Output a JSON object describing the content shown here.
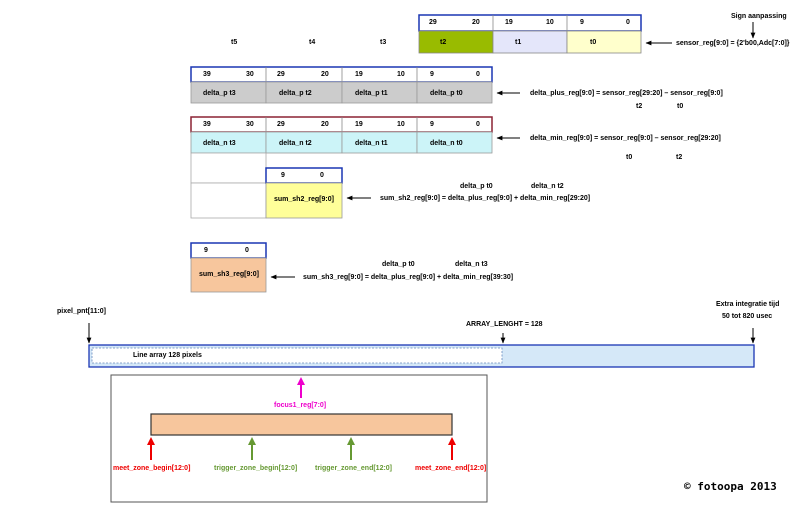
{
  "sensor_reg": {
    "hdr": [
      "29",
      "20",
      "19",
      "10",
      "9",
      "0"
    ],
    "cells": [
      "t2",
      "t1",
      "t0"
    ],
    "equation": "sensor_reg[9:0] = {2'b00,Adc[7:0]}",
    "note": "Sign aanpassing",
    "top_labels": [
      "t5",
      "t4",
      "t3"
    ]
  },
  "delta_plus": {
    "hdr": [
      "39",
      "30",
      "29",
      "20",
      "19",
      "10",
      "9",
      "0"
    ],
    "cells": [
      "delta_p t3",
      "delta_p t2",
      "delta_p t1",
      "delta_p t0"
    ],
    "equation": "delta_plus_reg[9:0] = sensor_reg[29:20]  –  sensor_reg[9:0]",
    "sub_a": "t2",
    "sub_b": "t0"
  },
  "delta_min": {
    "hdr": [
      "39",
      "30",
      "29",
      "20",
      "19",
      "10",
      "9",
      "0"
    ],
    "cells": [
      "delta_n t3",
      "delta_n t2",
      "delta_n t1",
      "delta_n t0"
    ],
    "equation": "delta_min_reg[9:0] = sensor_reg[9:0]  –  sensor_reg[29:20]",
    "sub_a": "t0",
    "sub_b": "t2"
  },
  "sum_sh2": {
    "hdr": [
      "9",
      "0"
    ],
    "name": "sum_sh2_reg[9:0]",
    "equation": "sum_sh2_reg[9:0] = delta_plus_reg[9:0]  + delta_min_reg[29:20]",
    "above_a": "delta_p t0",
    "above_b": "delta_n t2"
  },
  "sum_sh3": {
    "hdr": [
      "9",
      "0"
    ],
    "name": "sum_sh3_reg[9:0]",
    "equation": "sum_sh3_reg[9:0] = delta_plus_reg[9:0]  + delta_min_reg[39:30]",
    "above_a": "delta_p t0",
    "above_b": "delta_n t3"
  },
  "line": {
    "pixel_pnt": "pixel_pnt[11:0]",
    "array_length": "ARRAY_LENGHT = 128",
    "extra_a": "Extra integratie tijd",
    "extra_b": "50 tot  820 usec",
    "line_array": "Line array 128 pixels"
  },
  "zone": {
    "focus": "focus1_reg[7:0]",
    "meet_begin": "meet_zone_begin[12:0]",
    "trigger_begin": "trigger_zone_begin[12:0]",
    "trigger_end": "trigger_zone_end[12:0]",
    "meet_end": "meet_zone_end[12:0]"
  },
  "colors": {
    "blue_border": "#1a36b4",
    "maroon_border": "#8b2233",
    "green_cell": "#99bb00",
    "lavender_cell": "#e4e6fa",
    "cream_cell": "#ffffcc",
    "gray_cell": "#cccccc",
    "cyan_cell": "#ccf4f8",
    "yellow_cell": "#ffff99",
    "peach_cell": "#f7c69d",
    "line_blue": "#d5e8f8",
    "magenta": "#ee00cc",
    "red": "#ee0000",
    "green": "#669933"
  },
  "copyright": "© fotoopa 2013"
}
